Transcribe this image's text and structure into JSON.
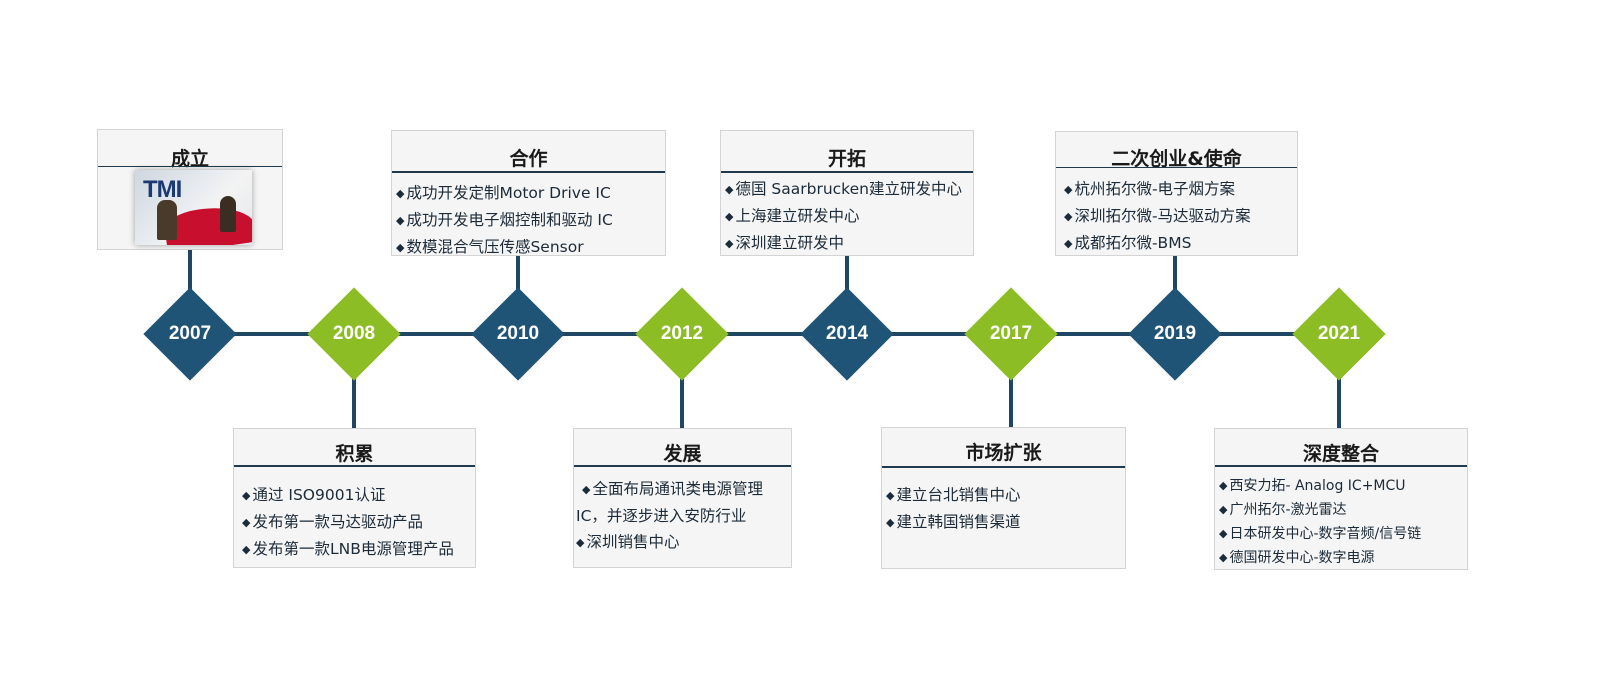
{
  "milestones": [
    {
      "year": "2007",
      "title": "成立",
      "items": []
    },
    {
      "year": "2008",
      "title": "积累",
      "items": [
        "通过 ISO9001认证",
        "发布第一款马达驱动产品",
        "发布第一款LNB电源管理产品"
      ]
    },
    {
      "year": "2010",
      "title": "合作",
      "items": [
        "成功开发定制Motor Drive IC",
        "成功开发电子烟控制和驱动 IC",
        "数模混合气压传感Sensor"
      ]
    },
    {
      "year": "2012",
      "title": "发展",
      "items": [
        "全面布局通讯类电源管理IC，并逐步进入安防行业",
        "深圳销售中心"
      ]
    },
    {
      "year": "2014",
      "title": "开拓",
      "items": [
        "德国 Saarbrucken建立研发中心",
        "上海建立研发中心",
        "深圳建立研发中"
      ]
    },
    {
      "year": "2017",
      "title": "市场扩张",
      "items": [
        "建立台北销售中心",
        "建立韩国销售渠道"
      ]
    },
    {
      "year": "2019",
      "title": "二次创业&使命",
      "items": [
        "杭州拓尔微-电子烟方案",
        "深圳拓尔微-马达驱动方案",
        "成都拓尔微-BMS"
      ]
    },
    {
      "year": "2021",
      "title": "深度整合",
      "items": [
        "西安力拓- Analog IC+MCU",
        "广州拓尔-激光雷达",
        "日本研发中心-数字音频/信号链",
        "德国研发中心-数字电源"
      ]
    }
  ],
  "photo_logo": "TMI",
  "colors": {
    "blue": "#1f5477",
    "green": "#8dbd24",
    "line": "#1f4662"
  }
}
